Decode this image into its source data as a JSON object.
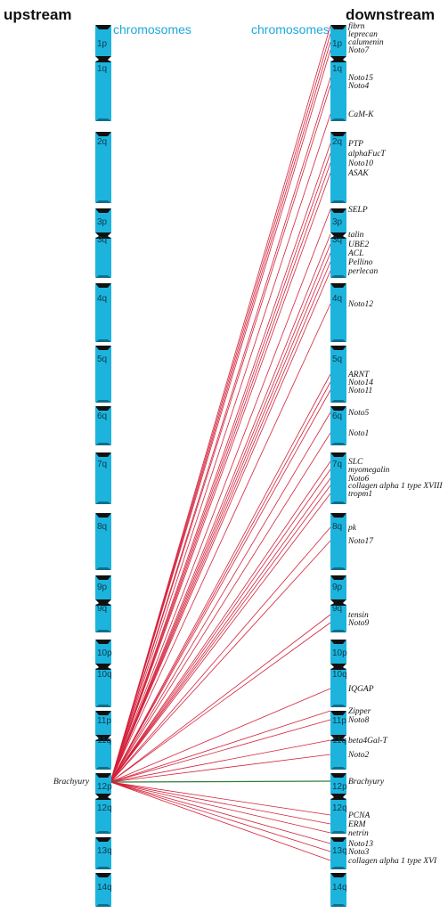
{
  "headers": {
    "upstream": "upstream",
    "downstream": "downstream"
  },
  "chromosomes_label": "chromosomes",
  "colors": {
    "chromosome": "#1cb4dd",
    "centromere": "#111111",
    "label_blue": "#1ea8dc",
    "edge_red": "#d4213a",
    "edge_green": "#2e7d3a"
  },
  "source_gene": "Brachyury",
  "chromosome_segments": [
    "1p",
    "1q",
    "2q",
    "3p",
    "3q",
    "4q",
    "5q",
    "6q",
    "7q",
    "8q",
    "9p",
    "9q",
    "10p",
    "10q",
    "11p",
    "11q",
    "12p",
    "12q",
    "13q",
    "14q"
  ],
  "downstream_genes": [
    "fibrn",
    "leprecan",
    "calumenin",
    "Noto7",
    "Noto15",
    "Noto4",
    "CaM-K",
    "PTP",
    "alphaFucT",
    "Noto10",
    "ASAK",
    "SELP",
    "talin",
    "UBE2",
    "ACL",
    "Pellino",
    "perlecan",
    "Noto12",
    "ARNT",
    "Noto14",
    "Noto11",
    "Noto5",
    "Noto1",
    "SLC",
    "myomegalin",
    "Noto6",
    "collagen alpha 1 type XVIII",
    "tropm1",
    "pk",
    "Noto17",
    "tensin",
    "Noto9",
    "IQGAP",
    "Zipper",
    "Noto8",
    "beta4Gal-T",
    "Noto2",
    "Brachyury",
    "PCNA",
    "ERM",
    "netrin",
    "Noto13",
    "Noto3",
    "collagen alpha 1 type XVI"
  ]
}
